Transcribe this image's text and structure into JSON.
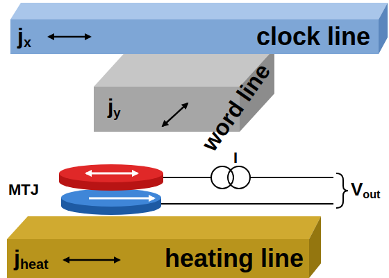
{
  "diagram": {
    "nodes": [
      {
        "text": [
          "jx",
          "clock line"
        ]
      },
      {
        "text": [
          "jy",
          "word line"
        ]
      },
      {
        "text": [
          "jheat",
          "heating line"
        ]
      }
    ],
    "labels": [
      "MTJ",
      "I",
      "Vout"
    ]
  }
}
